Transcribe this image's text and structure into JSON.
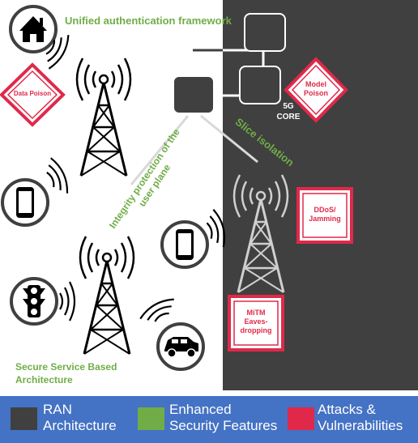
{
  "labels": {
    "unified_auth": "Unified authentication framework",
    "slice_isolation": "Slice isolation",
    "integrity_protection_line1": "Integrity protection of the",
    "integrity_protection_line2": "user plane",
    "secure_service_line1": "Secure Service Based",
    "secure_service_line2": "Architecture",
    "core_line1": "5G",
    "core_line2": "CORE"
  },
  "attacks": {
    "data_poison": "Data Poison",
    "model_poison_line1": "Model",
    "model_poison_line2": "Poison",
    "ddos_line1": "DDoS/",
    "ddos_line2": "Jamming",
    "mitm_line1": "MiTM",
    "mitm_line2": "Eaves-",
    "mitm_line3": "dropping"
  },
  "legend": {
    "ran_line1": "RAN",
    "ran_line2": "Architecture",
    "security_line1": "Enhanced",
    "security_line2": "Security Features",
    "attacks_line1": "Attacks &",
    "attacks_line2": "Vulnerabilities"
  },
  "colors": {
    "dark_panel": "#404040",
    "green": "#70ad47",
    "red": "#e0294a",
    "legend_bar": "#4472c4"
  },
  "icons": [
    "house-icon",
    "smartphone-icon",
    "traffic-light-icon",
    "car-icon",
    "cell-tower-icon",
    "server-box-icon"
  ]
}
